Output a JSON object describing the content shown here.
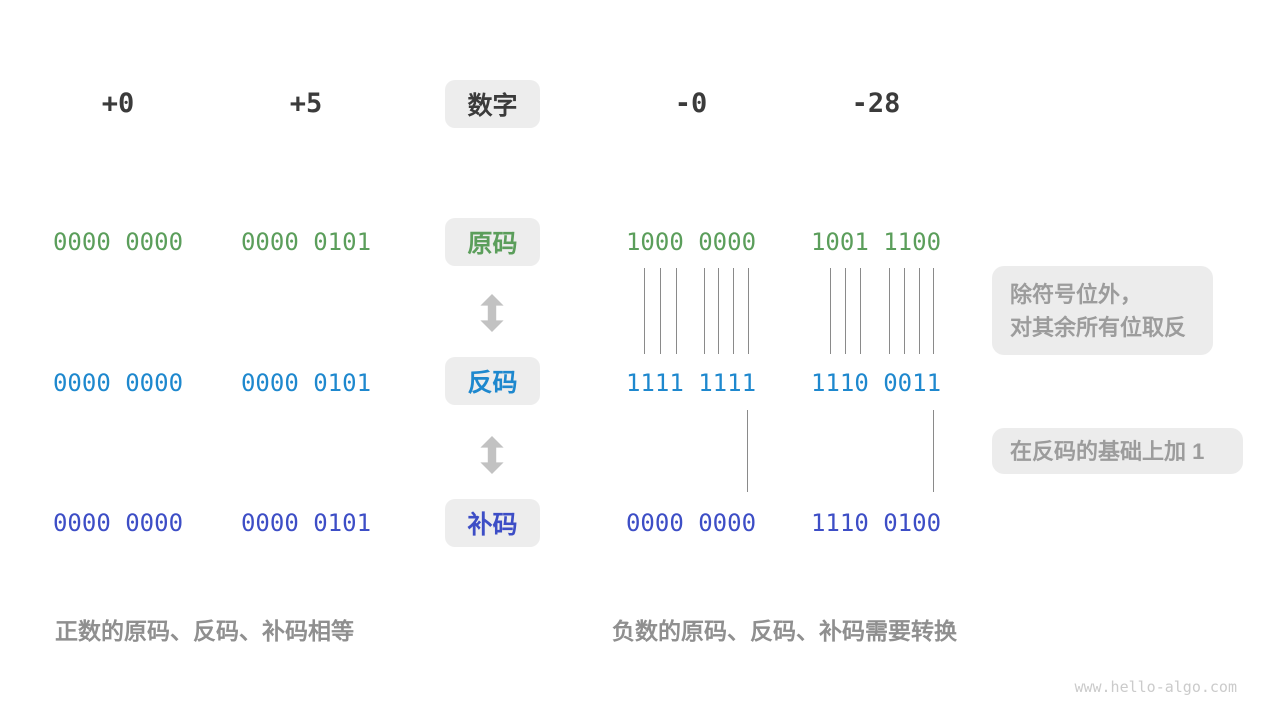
{
  "header": {
    "values": [
      "+0",
      "+5",
      "-0",
      "-28"
    ],
    "label": "数字"
  },
  "rows": {
    "sign": {
      "label": "原码",
      "values": [
        "0000 0000",
        "0000 0101",
        "1000 0000",
        "1001 1100"
      ]
    },
    "ones": {
      "label": "反码",
      "values": [
        "0000 0000",
        "0000 0101",
        "1111 1111",
        "1110 0011"
      ]
    },
    "twos": {
      "label": "补码",
      "values": [
        "0000 0000",
        "0000 0101",
        "0000 0000",
        "1110 0100"
      ]
    }
  },
  "annotations": {
    "invert_line1": "除符号位外，",
    "invert_line2": "对其余所有位取反",
    "add_one": "在反码的基础上加 1"
  },
  "captions": {
    "positive": "正数的原码、反码、补码相等",
    "negative": "负数的原码、反码、补码需要转换"
  },
  "watermark": "www.hello-algo.com",
  "colors": {
    "sign_code": "#5b9e5b",
    "ones_complement": "#1e88ce",
    "twos_complement": "#3d4ec6",
    "header_text": "#3b3b3b",
    "caption_text": "#8f8f8f",
    "annotation_text": "#9c9c9c",
    "badge_background": "#ededed",
    "tick_line": "#8a8a8a",
    "arrow": "#c2c2c2",
    "watermark": "#cbcbcb"
  }
}
